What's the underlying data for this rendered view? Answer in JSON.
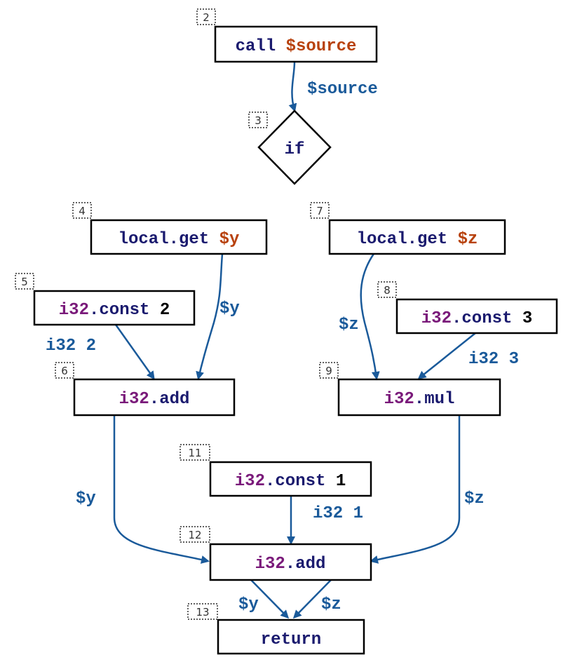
{
  "colors": {
    "keyword": "#1a1a6e",
    "type": "#7a1a7a",
    "variable": "#b8420e",
    "number": "#000000",
    "edge": "#1a5a9a"
  },
  "nodes": {
    "n2": {
      "id": "2",
      "parts": [
        {
          "t": "call ",
          "c": "kw"
        },
        {
          "t": "$source",
          "c": "vr"
        }
      ]
    },
    "n3": {
      "id": "3",
      "parts": [
        {
          "t": "if",
          "c": "kw"
        }
      ]
    },
    "n4": {
      "id": "4",
      "parts": [
        {
          "t": "local.get ",
          "c": "kw"
        },
        {
          "t": "$y",
          "c": "vr"
        }
      ]
    },
    "n5": {
      "id": "5",
      "parts": [
        {
          "t": "i32",
          "c": "ty"
        },
        {
          "t": ".const ",
          "c": "kw"
        },
        {
          "t": "2",
          "c": "nm"
        }
      ]
    },
    "n6": {
      "id": "6",
      "parts": [
        {
          "t": "i32",
          "c": "ty"
        },
        {
          "t": ".add",
          "c": "kw"
        }
      ]
    },
    "n7": {
      "id": "7",
      "parts": [
        {
          "t": "local.get ",
          "c": "kw"
        },
        {
          "t": "$z",
          "c": "vr"
        }
      ]
    },
    "n8": {
      "id": "8",
      "parts": [
        {
          "t": "i32",
          "c": "ty"
        },
        {
          "t": ".const ",
          "c": "kw"
        },
        {
          "t": "3",
          "c": "nm"
        }
      ]
    },
    "n9": {
      "id": "9",
      "parts": [
        {
          "t": "i32",
          "c": "ty"
        },
        {
          "t": ".mul",
          "c": "kw"
        }
      ]
    },
    "n11": {
      "id": "11",
      "parts": [
        {
          "t": "i32",
          "c": "ty"
        },
        {
          "t": ".const ",
          "c": "kw"
        },
        {
          "t": "1",
          "c": "nm"
        }
      ]
    },
    "n12": {
      "id": "12",
      "parts": [
        {
          "t": "i32",
          "c": "ty"
        },
        {
          "t": ".add",
          "c": "kw"
        }
      ]
    },
    "n13": {
      "id": "13",
      "parts": [
        {
          "t": "return",
          "c": "kw"
        }
      ]
    }
  },
  "edge_labels": {
    "e2_3": "$source",
    "e4_6": "$y",
    "e5_6": "i32 2",
    "e7_9": "$z",
    "e8_9": "i32 3",
    "e6_12": "$y",
    "e11_12": "i32 1",
    "e9_12": "$z",
    "e12_13a": "$y",
    "e12_13b": "$z"
  }
}
